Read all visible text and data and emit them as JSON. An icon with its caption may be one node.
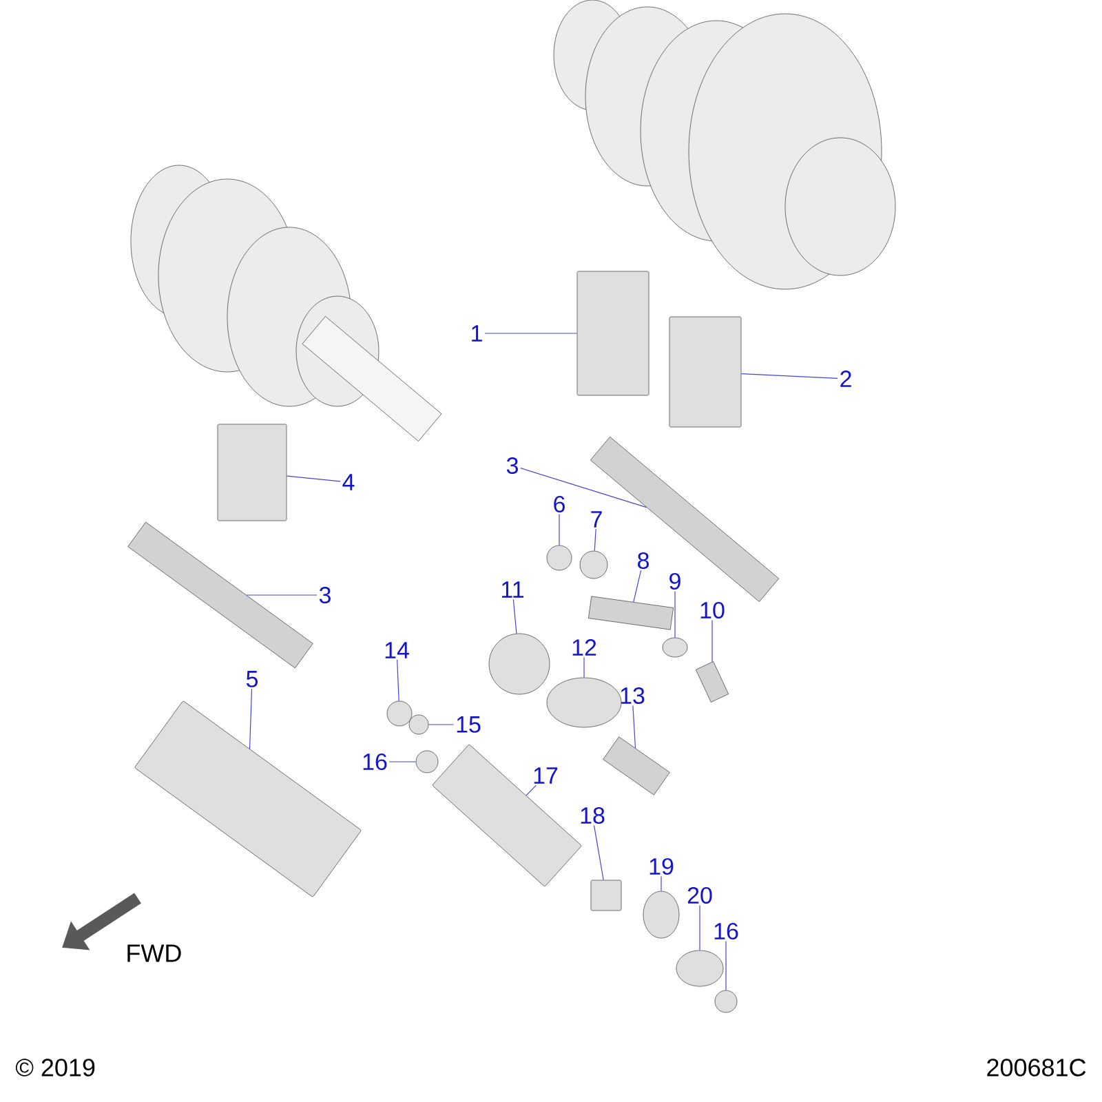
{
  "diagram": {
    "nodes": [
      {
        "text": [
          "1"
        ]
      },
      {
        "text": [
          "2"
        ]
      },
      {
        "text": [
          "3"
        ]
      },
      {
        "text": [
          "4"
        ]
      },
      {
        "text": [
          "3"
        ]
      },
      {
        "text": [
          "5"
        ]
      },
      {
        "text": [
          "6"
        ]
      },
      {
        "text": [
          "7"
        ]
      },
      {
        "text": [
          "8"
        ]
      },
      {
        "text": [
          "9"
        ]
      },
      {
        "text": [
          "10"
        ]
      },
      {
        "text": [
          "11"
        ]
      },
      {
        "text": [
          "12"
        ]
      },
      {
        "text": [
          "13"
        ]
      },
      {
        "text": [
          "14"
        ]
      },
      {
        "text": [
          "15"
        ]
      },
      {
        "text": [
          "16"
        ]
      },
      {
        "text": [
          "17"
        ]
      },
      {
        "text": [
          "18"
        ]
      },
      {
        "text": [
          "19"
        ]
      },
      {
        "text": [
          "20"
        ]
      },
      {
        "text": [
          "16"
        ]
      },
      {
        "text": [],
        "shape": "box"
      },
      {
        "text": [],
        "shape": "box"
      },
      {
        "text": [],
        "shape": "bar"
      },
      {
        "text": [],
        "shape": "box"
      },
      {
        "text": [],
        "shape": "bar"
      },
      {
        "text": [],
        "shape": "box"
      },
      {
        "text": [],
        "shape": "circle"
      },
      {
        "text": [],
        "shape": "circle"
      },
      {
        "text": [],
        "shape": "bar"
      },
      {
        "text": [],
        "shape": "circle"
      },
      {
        "text": [],
        "shape": "bar"
      },
      {
        "text": [],
        "shape": "circle"
      },
      {
        "text": [],
        "shape": "circle"
      },
      {
        "text": [],
        "shape": "bar"
      },
      {
        "text": [],
        "shape": "circle"
      },
      {
        "text": [],
        "shape": "circle"
      },
      {
        "text": [],
        "shape": "circle"
      },
      {
        "text": [],
        "shape": "box"
      },
      {
        "text": [],
        "shape": "box"
      },
      {
        "text": [],
        "shape": "circle"
      },
      {
        "text": [],
        "shape": "circle"
      },
      {
        "text": [],
        "shape": "circle"
      }
    ],
    "edges": [
      {
        "from": 0,
        "to": 22,
        "arrow": "none"
      },
      {
        "from": 1,
        "to": 23,
        "arrow": "none"
      },
      {
        "from": 2,
        "to": 24,
        "arrow": "none"
      },
      {
        "from": 3,
        "to": 25,
        "arrow": "none"
      },
      {
        "from": 4,
        "to": 26,
        "arrow": "none"
      },
      {
        "from": 5,
        "to": 27,
        "arrow": "none"
      },
      {
        "from": 6,
        "to": 28,
        "arrow": "none"
      },
      {
        "from": 7,
        "to": 29,
        "arrow": "none"
      },
      {
        "from": 8,
        "to": 30,
        "arrow": "none"
      },
      {
        "from": 9,
        "to": 31,
        "arrow": "none"
      },
      {
        "from": 10,
        "to": 32,
        "arrow": "none"
      },
      {
        "from": 11,
        "to": 33,
        "arrow": "none"
      },
      {
        "from": 12,
        "to": 34,
        "arrow": "none"
      },
      {
        "from": 13,
        "to": 35,
        "arrow": "none"
      },
      {
        "from": 14,
        "to": 36,
        "arrow": "none"
      },
      {
        "from": 15,
        "to": 37,
        "arrow": "none"
      },
      {
        "from": 16,
        "to": 38,
        "arrow": "none"
      },
      {
        "from": 17,
        "to": 39,
        "arrow": "none"
      },
      {
        "from": 18,
        "to": 40,
        "arrow": "none"
      },
      {
        "from": 19,
        "to": 41,
        "arrow": "none"
      },
      {
        "from": 20,
        "to": 42,
        "arrow": "none"
      },
      {
        "from": 21,
        "to": 43,
        "arrow": "none"
      }
    ],
    "labels": [
      "FWD",
      "© 2019",
      "200681C"
    ]
  }
}
